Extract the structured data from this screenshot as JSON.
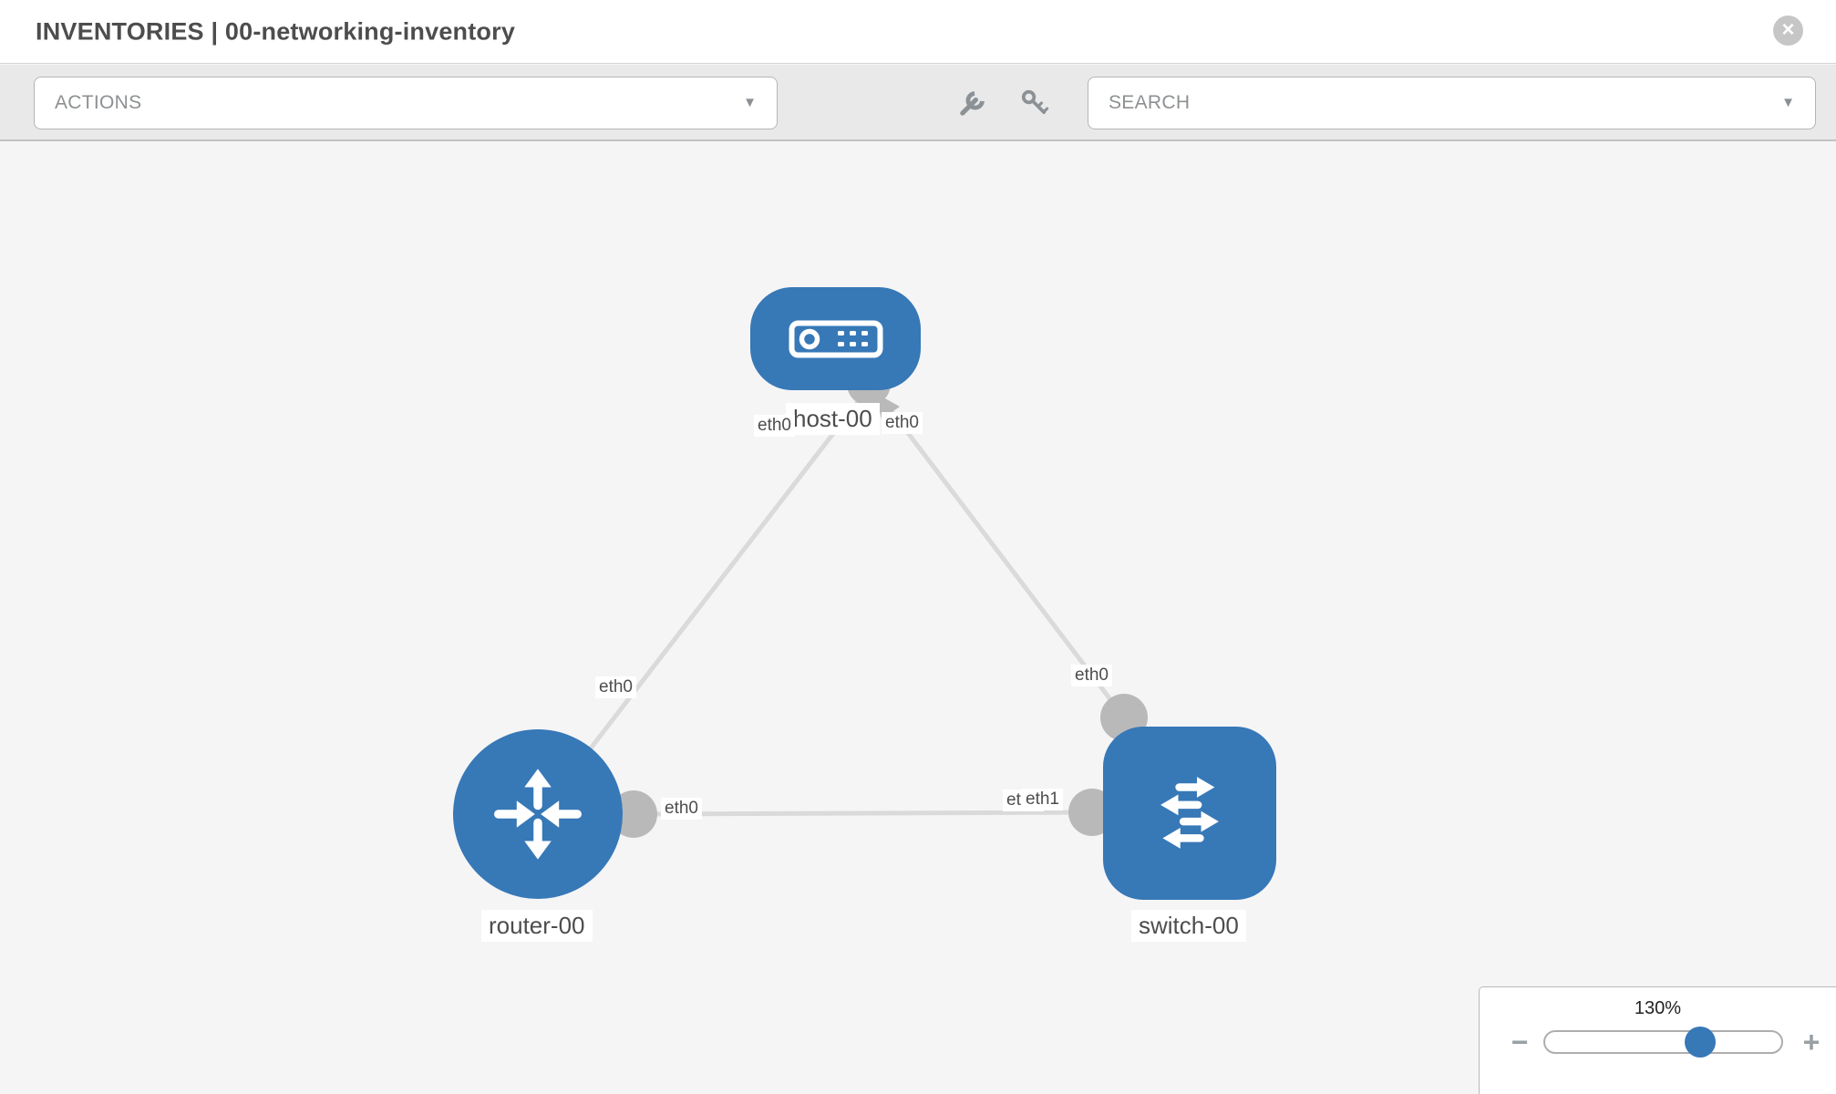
{
  "header": {
    "title": "INVENTORIES | 00-networking-inventory",
    "close_icon": "×"
  },
  "toolbar": {
    "actions": {
      "label": "ACTIONS",
      "caret_icon": "▼"
    },
    "search": {
      "label": "SEARCH",
      "caret_icon": "▼"
    },
    "wrench_icon": "wrench-icon",
    "key_icon": "key-icon"
  },
  "topology": {
    "nodes": [
      {
        "type": "host",
        "label": "host-00"
      },
      {
        "type": "router",
        "label": "router-00"
      },
      {
        "type": "switch",
        "label": "switch-00"
      }
    ],
    "interface_labels": [
      {
        "text": "eth0"
      },
      {
        "text": "eth0"
      },
      {
        "text": "eth0"
      },
      {
        "text": "eth0"
      },
      {
        "text": "eth0"
      },
      {
        "text": "eth0"
      },
      {
        "text": "eth1"
      }
    ]
  },
  "zoom_control": {
    "percent": "130%",
    "minus_icon": "−",
    "plus_icon": "+"
  },
  "colors": {
    "node_blue": "#3778b7",
    "link_gray": "#dadada",
    "endpoint_gray": "#b9b9b9"
  }
}
